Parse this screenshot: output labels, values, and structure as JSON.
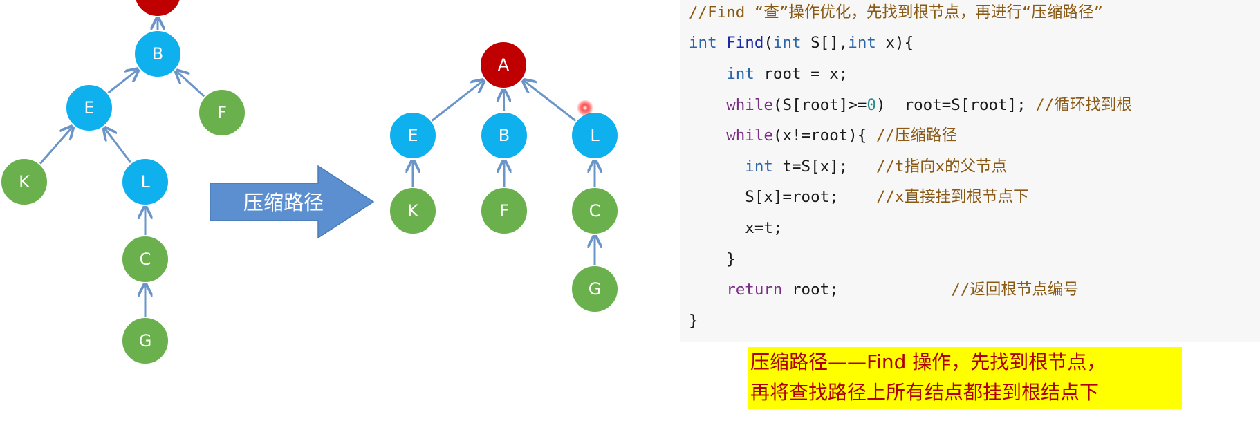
{
  "diagram": {
    "before": {
      "nodes": [
        {
          "id": "top",
          "label": "",
          "color": "#c00000"
        },
        {
          "id": "B",
          "label": "B",
          "color": "#0fb0ee"
        },
        {
          "id": "E",
          "label": "E",
          "color": "#0fb0ee"
        },
        {
          "id": "F",
          "label": "F",
          "color": "#6ab04c"
        },
        {
          "id": "K",
          "label": "K",
          "color": "#6ab04c"
        },
        {
          "id": "L",
          "label": "L",
          "color": "#0fb0ee"
        },
        {
          "id": "C",
          "label": "C",
          "color": "#6ab04c"
        },
        {
          "id": "G",
          "label": "G",
          "color": "#6ab04c"
        }
      ]
    },
    "arrow_label": "压缩路径",
    "after": {
      "nodes": [
        {
          "id": "A",
          "label": "A",
          "color": "#c00000"
        },
        {
          "id": "E",
          "label": "E",
          "color": "#0fb0ee"
        },
        {
          "id": "B",
          "label": "B",
          "color": "#0fb0ee"
        },
        {
          "id": "L",
          "label": "L",
          "color": "#0fb0ee"
        },
        {
          "id": "K",
          "label": "K",
          "color": "#6ab04c"
        },
        {
          "id": "F",
          "label": "F",
          "color": "#6ab04c"
        },
        {
          "id": "C",
          "label": "C",
          "color": "#6ab04c"
        },
        {
          "id": "G",
          "label": "G",
          "color": "#6ab04c"
        }
      ]
    },
    "colors": {
      "edge": "#6b95c8",
      "root": "#c00000",
      "inner": "#0fb0ee",
      "leaf": "#6ab04c",
      "block_arrow": "#5b8fcf"
    }
  },
  "code": {
    "lines": [
      [
        {
          "t": "//Find “查”操作优化，先找到根节点，再进行“压缩路径”",
          "c": "cm"
        }
      ],
      [
        {
          "t": "int",
          "c": "kw-type"
        },
        {
          "t": " "
        },
        {
          "t": "Find",
          "c": "fn"
        },
        {
          "t": "("
        },
        {
          "t": "int",
          "c": "kw-type"
        },
        {
          "t": " S[],"
        },
        {
          "t": "int",
          "c": "kw-type"
        },
        {
          "t": " x){"
        }
      ],
      [
        {
          "t": "    "
        },
        {
          "t": "int",
          "c": "kw-type"
        },
        {
          "t": " root = x;"
        }
      ],
      [
        {
          "t": "    "
        },
        {
          "t": "while",
          "c": "kw-flow"
        },
        {
          "t": "(S[root]>="
        },
        {
          "t": "0",
          "c": "num"
        },
        {
          "t": ")  root=S[root]; "
        },
        {
          "t": "//循环找到根",
          "c": "cm"
        }
      ],
      [
        {
          "t": "    "
        },
        {
          "t": "while",
          "c": "kw-flow"
        },
        {
          "t": "(x!=root){ "
        },
        {
          "t": "//压缩路径",
          "c": "cm"
        }
      ],
      [
        {
          "t": "      "
        },
        {
          "t": "int",
          "c": "kw-type"
        },
        {
          "t": " t=S[x];   "
        },
        {
          "t": "//t指向x的父节点",
          "c": "cm"
        }
      ],
      [
        {
          "t": "      S[x]=root;    "
        },
        {
          "t": "//x直接挂到根节点下",
          "c": "cm"
        }
      ],
      [
        {
          "t": "      x=t;"
        }
      ],
      [
        {
          "t": "    }"
        }
      ],
      [
        {
          "t": "    "
        },
        {
          "t": "return",
          "c": "kw-flow"
        },
        {
          "t": " root;            "
        },
        {
          "t": "//返回根节点编号",
          "c": "cm"
        }
      ],
      [
        {
          "t": "}"
        }
      ]
    ]
  },
  "note": {
    "line1": "压缩路径——Find 操作，先找到根节点，",
    "line2": "再将查找路径上所有结点都挂到根结点下"
  }
}
